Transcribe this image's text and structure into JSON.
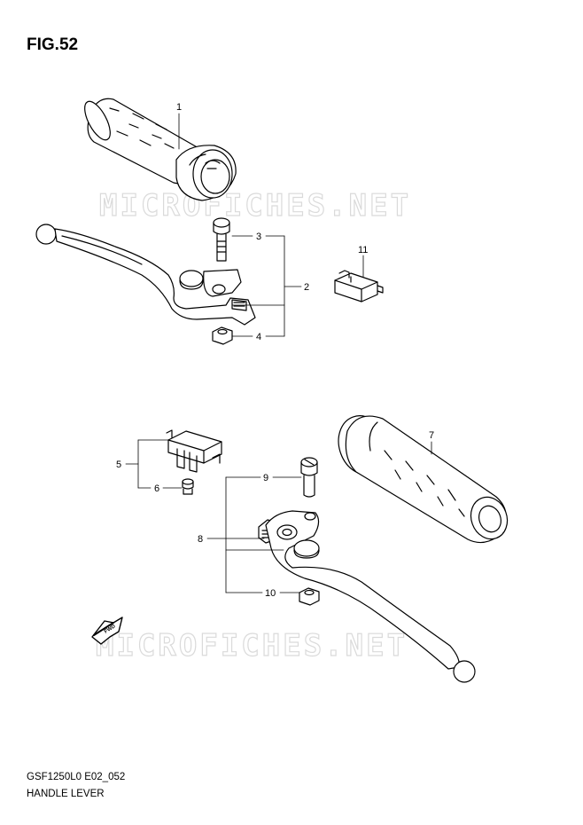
{
  "figure": {
    "title": "FIG.52",
    "model_code": "GSF1250L0 E02_052",
    "section_name": "HANDLE LEVER"
  },
  "watermark": {
    "text_top": "MICROFICHES.NET",
    "text_bottom": "MICROFICHES.NET"
  },
  "direction_marker": {
    "label": "FWD"
  },
  "callouts": {
    "c1": "1",
    "c2": "2",
    "c3": "3",
    "c4": "4",
    "c5": "5",
    "c6": "6",
    "c7": "7",
    "c8": "8",
    "c9": "9",
    "c10": "10",
    "c11": "11"
  }
}
